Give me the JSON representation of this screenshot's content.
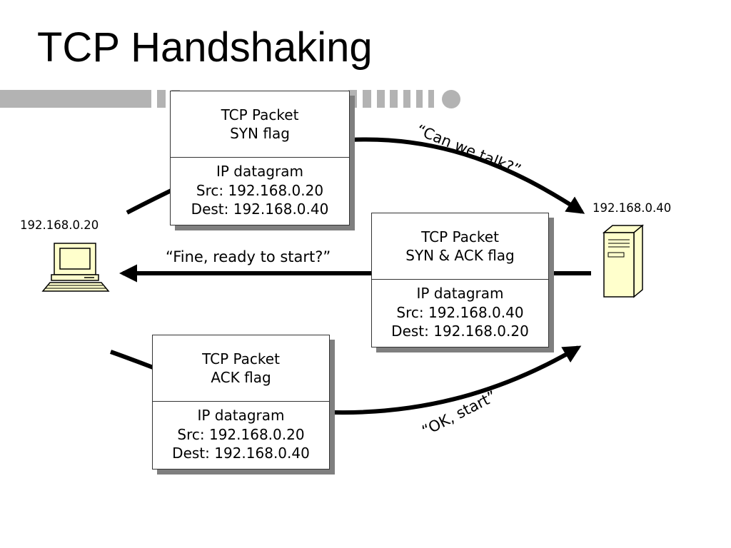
{
  "title": "TCP Handshaking",
  "hosts": {
    "client": {
      "ip": "192.168.0.20",
      "icon": "computer-icon"
    },
    "server": {
      "ip": "192.168.0.40",
      "icon": "server-icon"
    }
  },
  "packets": [
    {
      "line1": "TCP Packet",
      "line2": "SYN flag",
      "body": [
        "IP datagram",
        "Src: 192.168.0.20",
        "Dest: 192.168.0.40"
      ]
    },
    {
      "line1": "TCP Packet",
      "line2": "SYN & ACK flag",
      "body": [
        "IP datagram",
        "Src: 192.168.0.40",
        "Dest: 192.168.0.20"
      ]
    },
    {
      "line1": "TCP Packet",
      "line2": "ACK flag",
      "body": [
        "IP datagram",
        "Src: 192.168.0.20",
        "Dest: 192.168.0.40"
      ]
    }
  ],
  "messages": {
    "syn": "“Can we talk?”",
    "synack": "“Fine, ready to start?”",
    "ack": "“OK, start”"
  },
  "colors": {
    "deco_bar": "#b3b3b3",
    "shadow": "#7f7f7f",
    "icon_fill": "#ffffcc"
  }
}
